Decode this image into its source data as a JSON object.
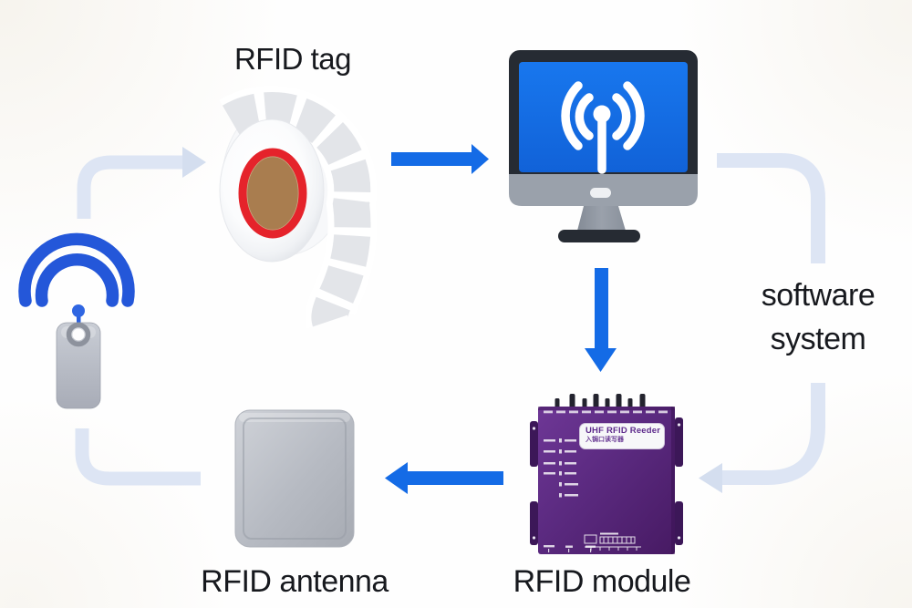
{
  "labels": {
    "rfid_tag": "RFID tag",
    "software_line1": "software",
    "software_line2": "system",
    "rfid_antenna": "RFID antenna",
    "rfid_module": "RFID module"
  },
  "module_device": {
    "sticker_line1": "UHF RFID Reeder",
    "sticker_line2": "入锔口读写器"
  },
  "icons": {
    "computer_screen_icon": "broadcast-antenna-icon",
    "keyfob_signal_icon": "wifi-signal-icon"
  },
  "colors": {
    "arrow_blue": "#146be6",
    "connector_light_blue": "#dde5f4",
    "connector_arrowhead": "#d4deef",
    "wifi_arc_blue": "#2457d9",
    "screen_blue": "#1470e8",
    "bezel_dark": "#262b33",
    "chin_gray": "#9aa1ab",
    "module_purple": "#5b2a80",
    "spool_ring_red": "#e5232b",
    "spool_core_brown": "#a97d4f",
    "panel_gray": "#b4b8c0",
    "text_dark": "#17191e",
    "background": "#fefefe"
  }
}
